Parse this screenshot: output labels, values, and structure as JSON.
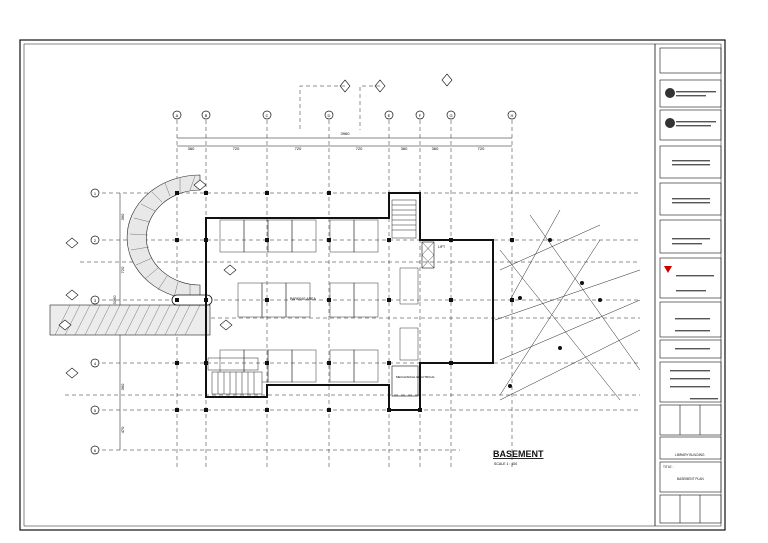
{
  "drawing": {
    "plan_title": "BASEMENT",
    "plan_scale": "SCALE 1 : 100"
  },
  "grid_columns": {
    "labels": [
      "A",
      "B",
      "C",
      "D",
      "E",
      "F",
      "G",
      "H"
    ],
    "overall_dimension": "3960",
    "spacings": [
      "360",
      "720",
      "720",
      "720",
      "360",
      "360",
      "720"
    ]
  },
  "grid_rows": {
    "labels": [
      "1",
      "2",
      "3",
      "4",
      "5",
      "6"
    ],
    "overall_dimension": "3360",
    "spacings": [
      "360",
      "720",
      "720",
      "360",
      "470"
    ]
  },
  "room_labels": {
    "parking": "PARKING AREA",
    "lift": "LIFT",
    "mechanical": "MECHANICAL ELECTRICAL"
  },
  "title_block": {
    "title_label": "TITLE :",
    "drawing_name": "BASEMENT PLAN",
    "project_name": "LIBRARY BUILDING"
  }
}
